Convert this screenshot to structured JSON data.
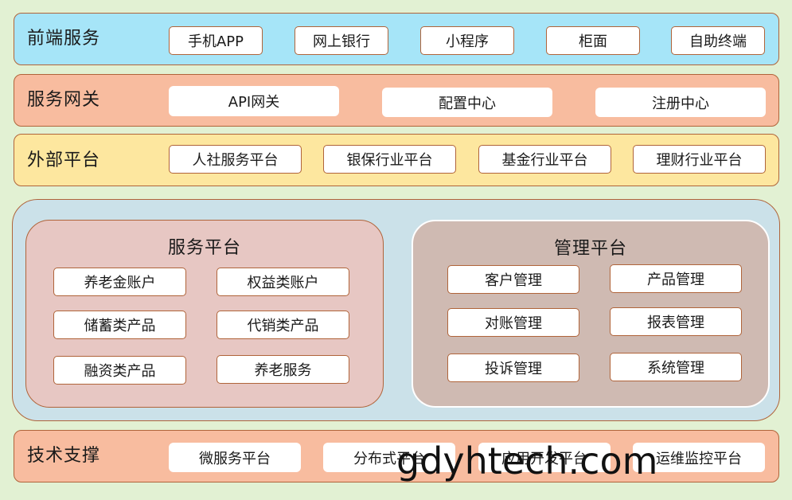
{
  "frontend": {
    "label": "前端服务",
    "items": [
      "手机APP",
      "网上银行",
      "小程序",
      "柜面",
      "自助终端"
    ]
  },
  "gateway": {
    "label": "服务网关",
    "items": [
      "API网关",
      "配置中心",
      "注册中心"
    ]
  },
  "external": {
    "label": "外部平台",
    "items": [
      "人社服务平台",
      "银保行业平台",
      "基金行业平台",
      "理财行业平台"
    ]
  },
  "service_platform": {
    "title": "服务平台",
    "items": [
      "养老金账户",
      "权益类账户",
      "储蓄类产品",
      "代销类产品",
      "融资类产品",
      "养老服务"
    ]
  },
  "management_platform": {
    "title": "管理平台",
    "items": [
      "客户管理",
      "产品管理",
      "对账管理",
      "报表管理",
      "投诉管理",
      "系统管理"
    ]
  },
  "tech": {
    "label": "技术支撑",
    "items": [
      "微服务平台",
      "分布式平台",
      "应用开发平台",
      "运维监控平台"
    ]
  },
  "watermark": "gdyhtech.com"
}
